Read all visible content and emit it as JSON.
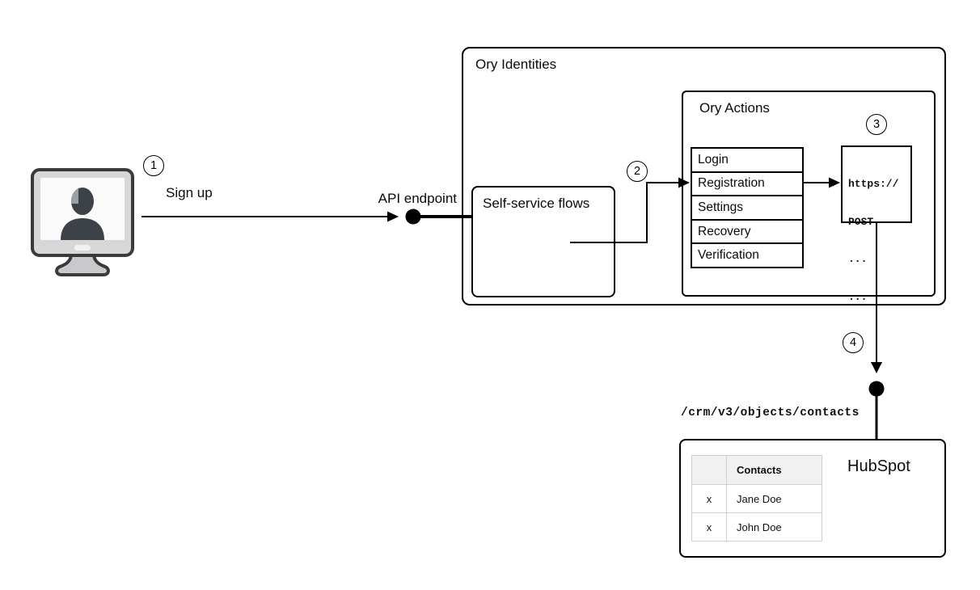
{
  "diagram": {
    "background": "#ffffff",
    "line_color": "#000000",
    "monitor_colors": {
      "frame": "#d7d7d9",
      "screen": "#fafafa",
      "silhouette": "#3d4248",
      "highlight": "#9aa0a6",
      "stand": "#c9c9cb",
      "outline": "#3a3a3c"
    }
  },
  "icons": {
    "user_terminal": "monitor-user-icon"
  },
  "steps": {
    "one": "1",
    "two": "2",
    "three": "3",
    "four": "4"
  },
  "labels": {
    "sign_up": "Sign up",
    "api_endpoint": "API endpoint",
    "crm_path": "/crm/v3/objects/contacts"
  },
  "ory_identities": {
    "title": "Ory Identities",
    "self_service": {
      "title": "Self-service flows"
    },
    "ory_actions": {
      "title": "Ory Actions",
      "flows": [
        "Login",
        "Registration",
        "Settings",
        "Recovery",
        "Verification"
      ],
      "webhook": {
        "line1": "https://",
        "line2": "POST",
        "line3": "...",
        "line4": "..."
      }
    }
  },
  "hubspot": {
    "title": "HubSpot",
    "table": {
      "header_contacts": "Contacts",
      "rows": [
        {
          "mark": "x",
          "name": "Jane Doe"
        },
        {
          "mark": "x",
          "name": "John Doe"
        }
      ]
    }
  }
}
